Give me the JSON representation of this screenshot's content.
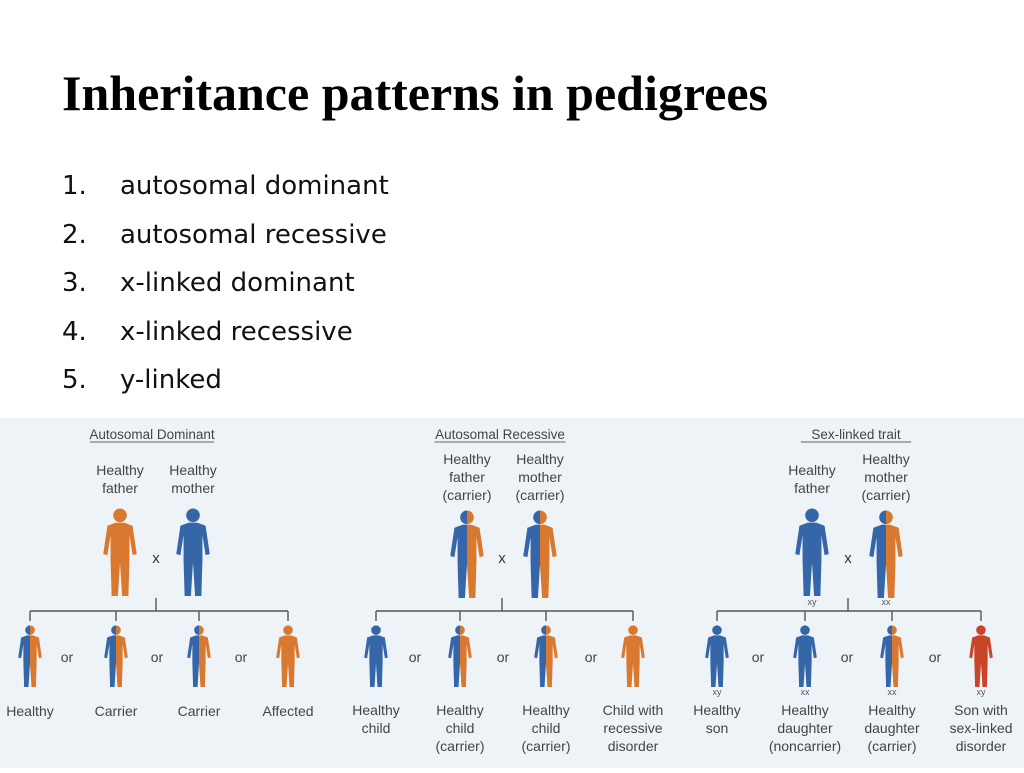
{
  "title": "Inheritance patterns in pedigrees",
  "list": [
    {
      "num": "1.",
      "text": "autosomal dominant"
    },
    {
      "num": "2.",
      "text": "autosomal recessive"
    },
    {
      "num": "3.",
      "text": "x-linked dominant"
    },
    {
      "num": "4.",
      "text": "x-linked recessive"
    },
    {
      "num": "5.",
      "text": "y-linked"
    }
  ],
  "colors": {
    "orange": "#d9792f",
    "blue": "#3466a8",
    "red": "#c9452a",
    "line": "#555555",
    "panel": "#eef3f8"
  },
  "diagram": {
    "sections": [
      {
        "heading": "Autosomal Dominant",
        "parents": [
          {
            "lines": [
              "Healthy",
              "father"
            ],
            "figure": "orange"
          },
          {
            "lines": [
              "Healthy",
              "mother"
            ],
            "figure": "blue"
          }
        ],
        "cross": "x",
        "children": [
          {
            "lines": [
              "Healthy"
            ],
            "figure": "orange-blue"
          },
          {
            "lines": [
              "Carrier"
            ],
            "figure": "orange-blue"
          },
          {
            "lines": [
              "Carrier"
            ],
            "figure": "orange-blue"
          },
          {
            "lines": [
              "Affected"
            ],
            "figure": "orange"
          }
        ],
        "separator": "or"
      },
      {
        "heading": "Autosomal Recessive",
        "parents": [
          {
            "lines": [
              "Healthy",
              "father",
              "(carrier)"
            ],
            "figure": "orange-blue"
          },
          {
            "lines": [
              "Healthy",
              "mother",
              "(carrier)"
            ],
            "figure": "orange-blue"
          }
        ],
        "cross": "x",
        "children": [
          {
            "lines": [
              "Healthy",
              "child"
            ],
            "figure": "blue"
          },
          {
            "lines": [
              "Healthy",
              "child",
              "(carrier)"
            ],
            "figure": "orange-blue"
          },
          {
            "lines": [
              "Healthy",
              "child",
              "(carrier)"
            ],
            "figure": "orange-blue"
          },
          {
            "lines": [
              "Child with",
              "recessive",
              "disorder"
            ],
            "figure": "orange"
          }
        ],
        "separator": "or"
      },
      {
        "heading": "Sex-linked trait",
        "parents": [
          {
            "lines": [
              "Healthy",
              "father"
            ],
            "figure": "blue",
            "chrom": "xy"
          },
          {
            "lines": [
              "Healthy",
              "mother",
              "(carrier)"
            ],
            "figure": "orange-blue",
            "chrom": "xx"
          }
        ],
        "cross": "x",
        "children": [
          {
            "lines": [
              "Healthy",
              "son"
            ],
            "figure": "blue",
            "chrom": "xy"
          },
          {
            "lines": [
              "Healthy",
              "daughter",
              "(noncarrier)"
            ],
            "figure": "blue",
            "chrom": "xx"
          },
          {
            "lines": [
              "Healthy",
              "daughter",
              "(carrier)"
            ],
            "figure": "orange-blue",
            "chrom": "xx"
          },
          {
            "lines": [
              "Son with",
              "sex-linked",
              "disorder"
            ],
            "figure": "red",
            "chrom": "xy"
          }
        ],
        "separator": "or"
      }
    ]
  }
}
